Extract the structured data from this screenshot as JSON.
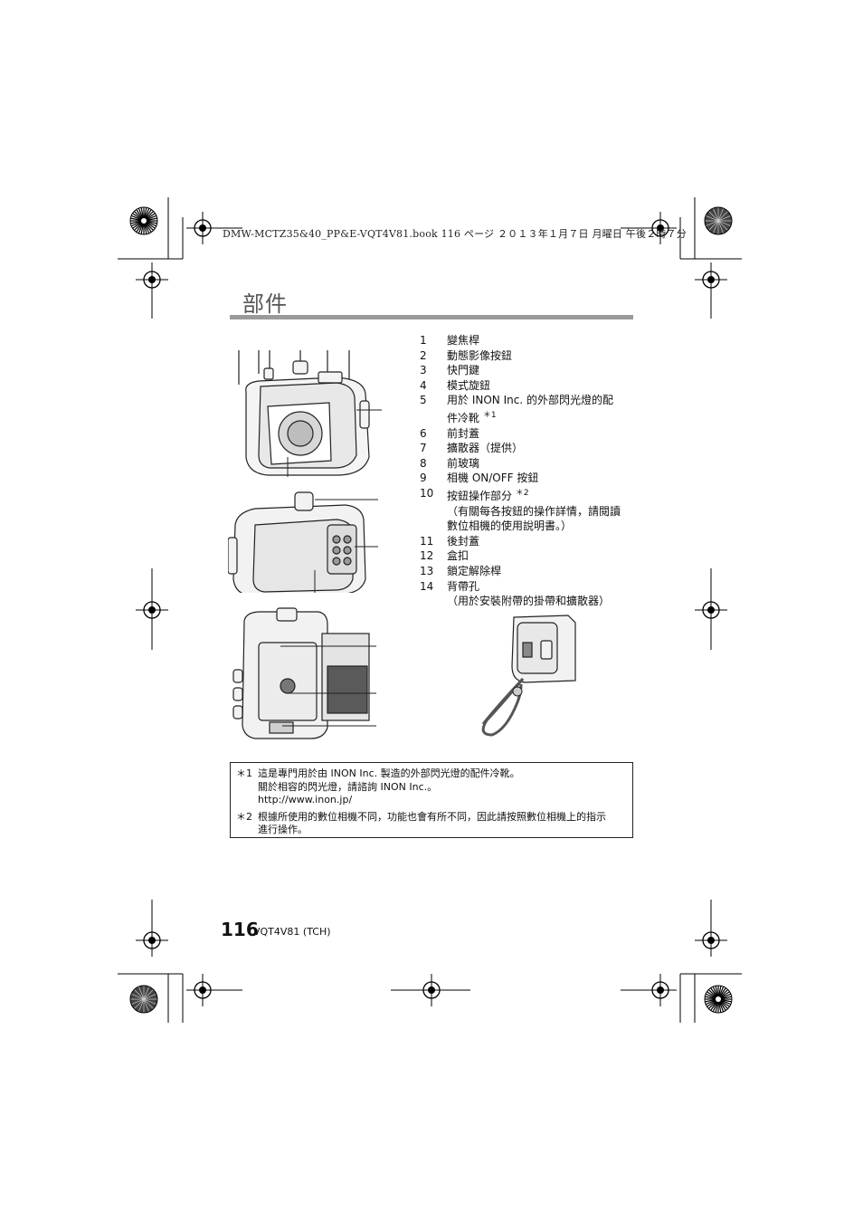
{
  "book_info": "DMW-MCTZ35&40_PP&E-VQT4V81.book  116 ページ  ２０１３年１月７日  月曜日  午後２時７分",
  "title": "部件",
  "parts": [
    {
      "num": "1",
      "label": "變焦桿"
    },
    {
      "num": "2",
      "label": "動態影像按鈕"
    },
    {
      "num": "3",
      "label": "快門鍵"
    },
    {
      "num": "4",
      "label": "模式旋鈕"
    },
    {
      "num": "5",
      "label": "用於 INON Inc. 的外部閃光燈的配",
      "cont": "件冷靴",
      "mark": "＊1"
    },
    {
      "num": "6",
      "label": "前封蓋"
    },
    {
      "num": "7",
      "label": "擴散器（提供）"
    },
    {
      "num": "8",
      "label": "前玻璃"
    },
    {
      "num": "9",
      "label": "相機 ON/OFF 按鈕"
    },
    {
      "num": "10",
      "label": "按鈕操作部分",
      "mark": "＊2",
      "sub1": "（有關每各按鈕的操作詳情，請閱讀",
      "sub2": "數位相機的使用說明書。）"
    },
    {
      "num": "11",
      "label": "後封蓋"
    },
    {
      "num": "12",
      "label": "盒扣"
    },
    {
      "num": "13",
      "label": "鎖定解除桿"
    },
    {
      "num": "14",
      "label": "背帶孔",
      "sub1": "（用於安裝附帶的掛帶和擴散器）"
    }
  ],
  "notes": [
    {
      "mark": "＊1",
      "line1": "這是專門用於由 INON Inc. 製造的外部閃光燈的配件冷靴。",
      "line2": "關於相容的閃光燈，請諮詢 INON Inc.。",
      "line3": "http://www.inon.jp/"
    },
    {
      "mark": "＊2",
      "line1": "根據所使用的數位相機不同，功能也會有所不同，因此請按照數位相機上的指示",
      "line2": "進行操作。"
    }
  ],
  "footer": {
    "page_number": "116",
    "code": "VQT4V81 (TCH)"
  }
}
